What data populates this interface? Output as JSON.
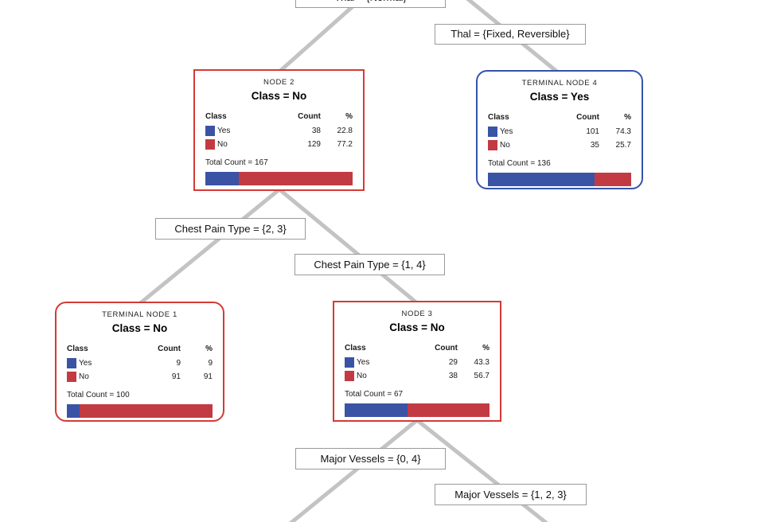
{
  "diagram_type": "decision-tree",
  "colors": {
    "yes_class": "#3b53a5",
    "no_class": "#c23b42",
    "node_border_red": "#d43a35",
    "node_border_blue": "#3355a8",
    "edge_line": "#c3c3c3",
    "label_border": "#9a9a9a"
  },
  "table_headers": {
    "class": "Class",
    "count": "Count",
    "percent": "%"
  },
  "edge_labels": {
    "root_left": "Thal = {Normal}",
    "root_right": "Thal = {Fixed, Reversible}",
    "node2_left": "Chest Pain Type = {2, 3}",
    "node2_right": "Chest Pain Type = {1, 4}",
    "node3_left": "Major Vessels = {0, 4}",
    "node3_right": "Major Vessels = {1, 2, 3}"
  },
  "nodes": [
    {
      "title": "NODE 2",
      "class_label": "Class = No",
      "rows": [
        {
          "label": "Yes",
          "count": "38",
          "percent": "22.8"
        },
        {
          "label": "No",
          "count": "129",
          "percent": "77.2"
        }
      ],
      "total": "Total Count = 167",
      "yes_pct": 22.8
    },
    {
      "title": "TERMINAL NODE 4",
      "class_label": "Class = Yes",
      "rows": [
        {
          "label": "Yes",
          "count": "101",
          "percent": "74.3"
        },
        {
          "label": "No",
          "count": "35",
          "percent": "25.7"
        }
      ],
      "total": "Total Count = 136",
      "yes_pct": 74.3
    },
    {
      "title": "TERMINAL NODE 1",
      "class_label": "Class = No",
      "rows": [
        {
          "label": "Yes",
          "count": "9",
          "percent": "9"
        },
        {
          "label": "No",
          "count": "91",
          "percent": "91"
        }
      ],
      "total": "Total Count = 100",
      "yes_pct": 9
    },
    {
      "title": "NODE 3",
      "class_label": "Class = No",
      "rows": [
        {
          "label": "Yes",
          "count": "29",
          "percent": "43.3"
        },
        {
          "label": "No",
          "count": "38",
          "percent": "56.7"
        }
      ],
      "total": "Total Count = 67",
      "yes_pct": 43.3
    }
  ]
}
